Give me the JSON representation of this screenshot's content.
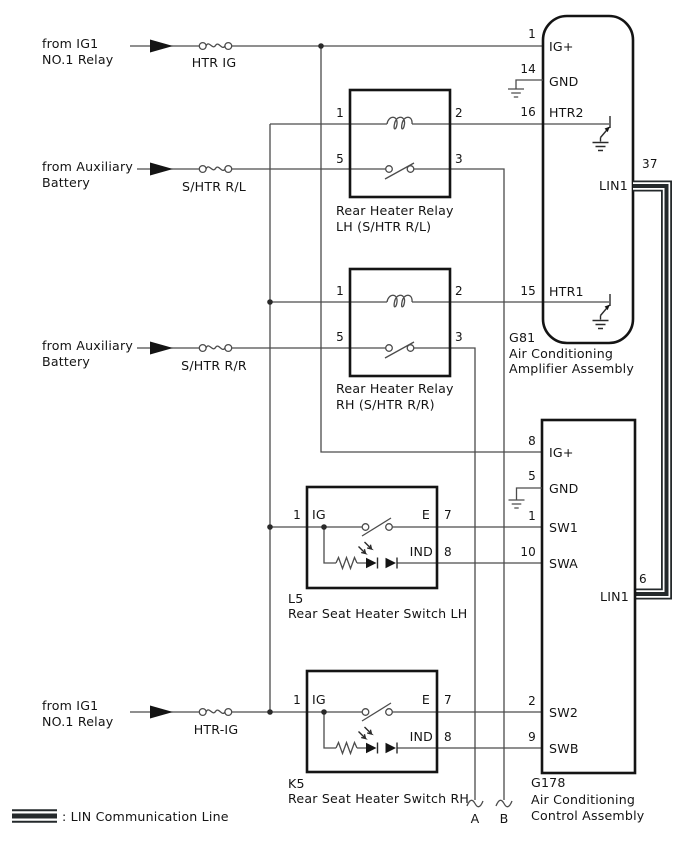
{
  "diagram": {
    "sources": [
      {
        "line1": "from IG1",
        "line2": "NO.1 Relay",
        "fuse": "HTR IG"
      },
      {
        "line1": "from Auxiliary",
        "line2": "Battery",
        "fuse": "S/HTR R/L"
      },
      {
        "line1": "from Auxiliary",
        "line2": "Battery",
        "fuse": "S/HTR R/R"
      },
      {
        "line1": "from IG1",
        "line2": "NO.1 Relay",
        "fuse": "HTR-IG"
      }
    ],
    "relays": [
      {
        "pin_coil_left": "1",
        "pin_coil_right": "2",
        "pin_sw_left": "5",
        "pin_sw_right": "3",
        "name_line1": "Rear Heater Relay",
        "name_line2": "LH (S/HTR R/L)"
      },
      {
        "pin_coil_left": "1",
        "pin_coil_right": "2",
        "pin_sw_left": "5",
        "pin_sw_right": "3",
        "name_line1": "Rear Heater Relay",
        "name_line2": "RH (S/HTR R/R)"
      }
    ],
    "amplifier": {
      "code": "G81",
      "name_line1": "Air Conditioning",
      "name_line2": "Amplifier Assembly",
      "pin1_num": "1",
      "pin1_label": "IG+",
      "pin14_num": "14",
      "pin14_label": "GND",
      "pin16_num": "16",
      "pin16_label": "HTR2",
      "pin15_num": "15",
      "pin15_label": "HTR1",
      "pin37_num": "37",
      "lin_label": "LIN1"
    },
    "controller": {
      "code": "G178",
      "name_line1": "Air Conditioning",
      "name_line2": "Control Assembly",
      "pin8_num": "8",
      "pin8_label": "IG+",
      "pin5_num": "5",
      "pin5_label": "GND",
      "pin1_num": "1",
      "pin1_label": "SW1",
      "pin10_num": "10",
      "pin10_label": "SWA",
      "pin2_num": "2",
      "pin2_label": "SW2",
      "pin9_num": "9",
      "pin9_label": "SWB",
      "pin6_num": "6",
      "lin_label": "LIN1"
    },
    "switches": [
      {
        "code": "L5",
        "name": "Rear Seat Heater Switch LH",
        "pin_in_num": "1",
        "pin_in_label": "IG",
        "pin_e_label": "E",
        "pin_e_num": "7",
        "pin_ind_label": "IND",
        "pin_ind_num": "8"
      },
      {
        "code": "K5",
        "name": "Rear Seat Heater Switch RH",
        "pin_in_num": "1",
        "pin_in_label": "IG",
        "pin_e_label": "E",
        "pin_e_num": "7",
        "pin_ind_label": "IND",
        "pin_ind_num": "8"
      }
    ],
    "connectors": [
      {
        "label": "A"
      },
      {
        "label": "B"
      }
    ],
    "legend": {
      "text": ": LIN Communication Line"
    },
    "colors": {
      "wire": "#4c4c4c",
      "component_outline": "#141414",
      "lin_line": "#24292b",
      "background": "#ffffff"
    }
  }
}
